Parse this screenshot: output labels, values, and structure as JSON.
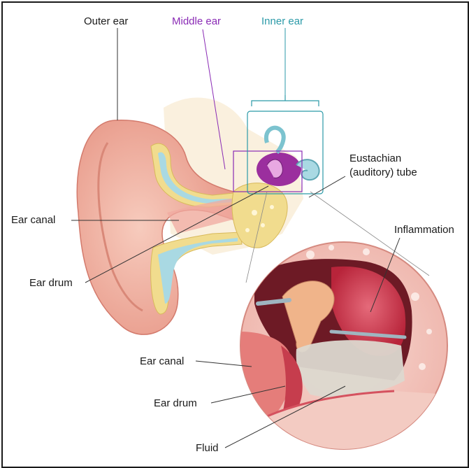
{
  "labels": {
    "outer_ear": "Outer ear",
    "middle_ear": "Middle ear",
    "inner_ear": "Inner ear",
    "eustachian_line1": "Eustachian",
    "eustachian_line2": "(auditory) tube",
    "ear_canal": "Ear canal",
    "ear_drum": "Ear drum",
    "inflammation": "Inflammation",
    "ear_canal_inset": "Ear canal",
    "ear_drum_inset": "Ear drum",
    "fluid": "Fluid"
  },
  "colors": {
    "middle_ear_label": "#8a2bb5",
    "inner_ear_label": "#2b9aa8",
    "skin": "#f2b3a5",
    "bone": "#f1dc8e",
    "cartilage": "#a9d9e3",
    "inflamed_tissue": "#d94a5e"
  }
}
